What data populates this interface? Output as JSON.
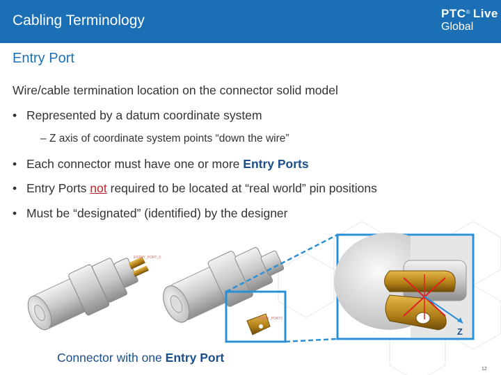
{
  "header": {
    "title": "Cabling Terminology",
    "logo_brand": "PTC",
    "logo_reg": "®",
    "logo_live": "Live",
    "logo_sub": "Global"
  },
  "slide": {
    "section_title": "Entry Port",
    "lead": "Wire/cable termination location on the connector solid model",
    "bullets": [
      {
        "text": "Represented by a datum coordinate system"
      },
      {
        "text": "Each connector must have one or more ",
        "emphasis": "Entry Ports"
      },
      {
        "pre": "Entry Ports ",
        "emphasis": "not",
        "post": " required to be located at “real world” pin positions"
      },
      {
        "text": "Must be “designated” (identified) by the designer"
      }
    ],
    "sub_bullet": {
      "dash": "–",
      "text": "Z axis of coordinate system points “down the wire”"
    },
    "bullet_char": "•"
  },
  "figure": {
    "z_axis_label": "Z"
  },
  "caption": {
    "text": "Connector with one ",
    "emphasis": "Entry Port"
  },
  "page_number": "12",
  "colors": {
    "header_bg": "#1b6fb5",
    "title_blue": "#1b6fb5",
    "emphasis_blue": "#1b4f8c",
    "emphasis_red": "#c0242a",
    "callout_blue": "#2a8fd6"
  }
}
